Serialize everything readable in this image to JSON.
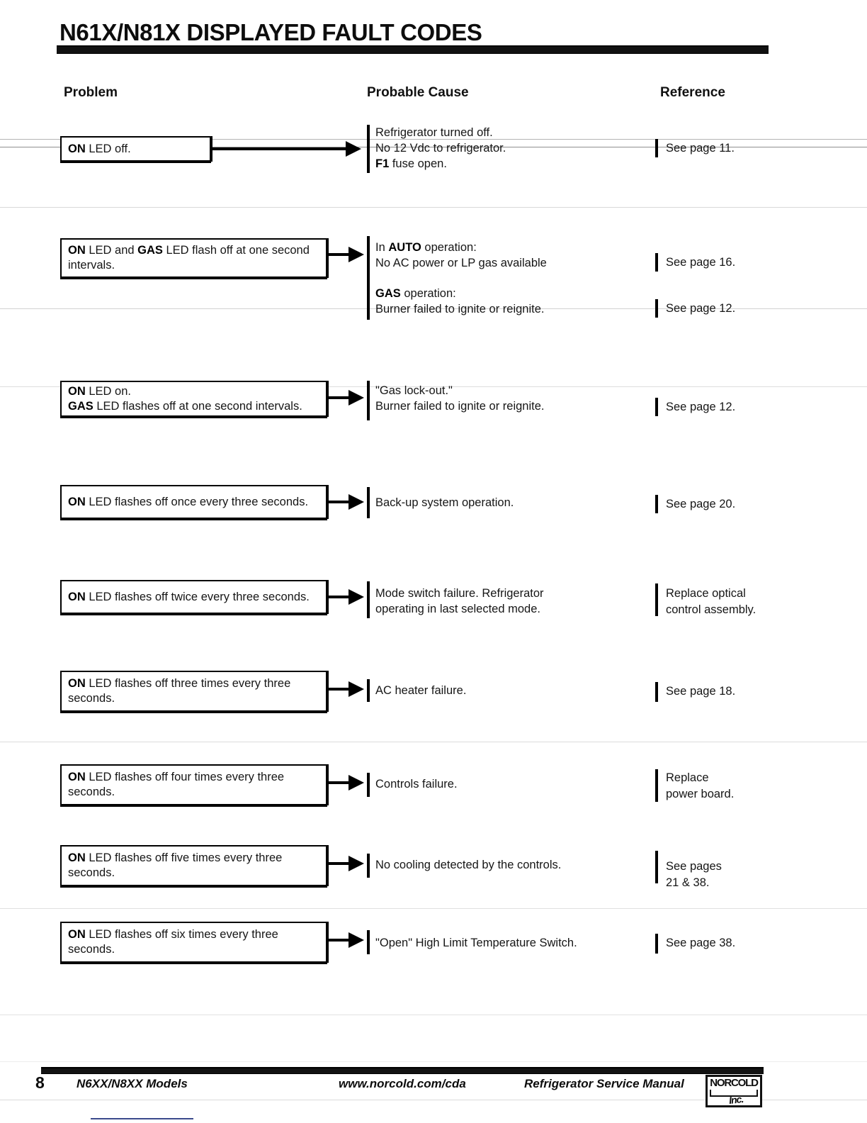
{
  "document": {
    "title": "N61X/N81X DISPLAYED FAULT CODES"
  },
  "columns": {
    "problem": "Problem",
    "cause": "Probable Cause",
    "reference": "Reference"
  },
  "rows": [
    {
      "problem_html": "<b>ON</b> LED off.",
      "causes": [
        {
          "html": "Refrigerator turned off.<br>No 12 Vdc to refrigerator.<br><b>F1</b> fuse open."
        }
      ],
      "references": [
        {
          "html": "See page 11."
        }
      ]
    },
    {
      "problem_html": "<b>ON</b> LED and <b>GAS</b> LED flash off at one second intervals.",
      "causes": [
        {
          "html": "In <b>AUTO</b> operation:<br>No AC power or LP gas available"
        },
        {
          "html": "<b>GAS</b> operation:<br>Burner failed to ignite or reignite."
        }
      ],
      "references": [
        {
          "html": "See page 16."
        },
        {
          "html": "See page 12."
        }
      ]
    },
    {
      "problem_html": "<b>ON</b> LED on.<br><b>GAS</b> LED flashes off at one second intervals.",
      "causes": [
        {
          "html": "\"Gas lock-out.\"<br>Burner failed to ignite or reignite."
        }
      ],
      "references": [
        {
          "html": "See page 12."
        }
      ]
    },
    {
      "problem_html": "<b>ON</b> LED flashes off once every three seconds.",
      "causes": [
        {
          "html": "Back-up system operation."
        }
      ],
      "references": [
        {
          "html": "See page 20."
        }
      ]
    },
    {
      "problem_html": "<b>ON</b> LED flashes off twice every three seconds.",
      "causes": [
        {
          "html": "Mode switch failure. Refrigerator<br>operating in last selected mode."
        }
      ],
      "references": [
        {
          "html": "Replace optical<br>control assembly."
        }
      ]
    },
    {
      "problem_html": "<b>ON</b> LED flashes off three times every three seconds.",
      "causes": [
        {
          "html": "AC heater failure."
        }
      ],
      "references": [
        {
          "html": "See page 18."
        }
      ]
    },
    {
      "problem_html": "<b>ON</b> LED flashes off four times every three seconds.",
      "causes": [
        {
          "html": "Controls failure."
        }
      ],
      "references": [
        {
          "html": "Replace<br>power board."
        }
      ]
    },
    {
      "problem_html": "<b>ON</b> LED flashes off five times every three seconds.",
      "causes": [
        {
          "html": "No cooling detected by the controls."
        }
      ],
      "references": [
        {
          "html": "See pages<br>21 &amp; 38."
        }
      ]
    },
    {
      "problem_html": "<b>ON</b> LED flashes off six times every three seconds.",
      "causes": [
        {
          "html": "\"Open\" High Limit Temperature Switch."
        }
      ],
      "references": [
        {
          "html": "See page 38."
        }
      ]
    }
  ],
  "footer": {
    "page_number": "8",
    "models": "N6XX/N8XX Models",
    "url": "www.norcold.com/cda",
    "manual": "Refrigerator Service Manual",
    "logo_brand": "NORCOLD",
    "logo_script": "Inc."
  },
  "colors": {
    "ink": "#111111",
    "link_underline": "#3b4a8c",
    "paper": "#ffffff"
  }
}
